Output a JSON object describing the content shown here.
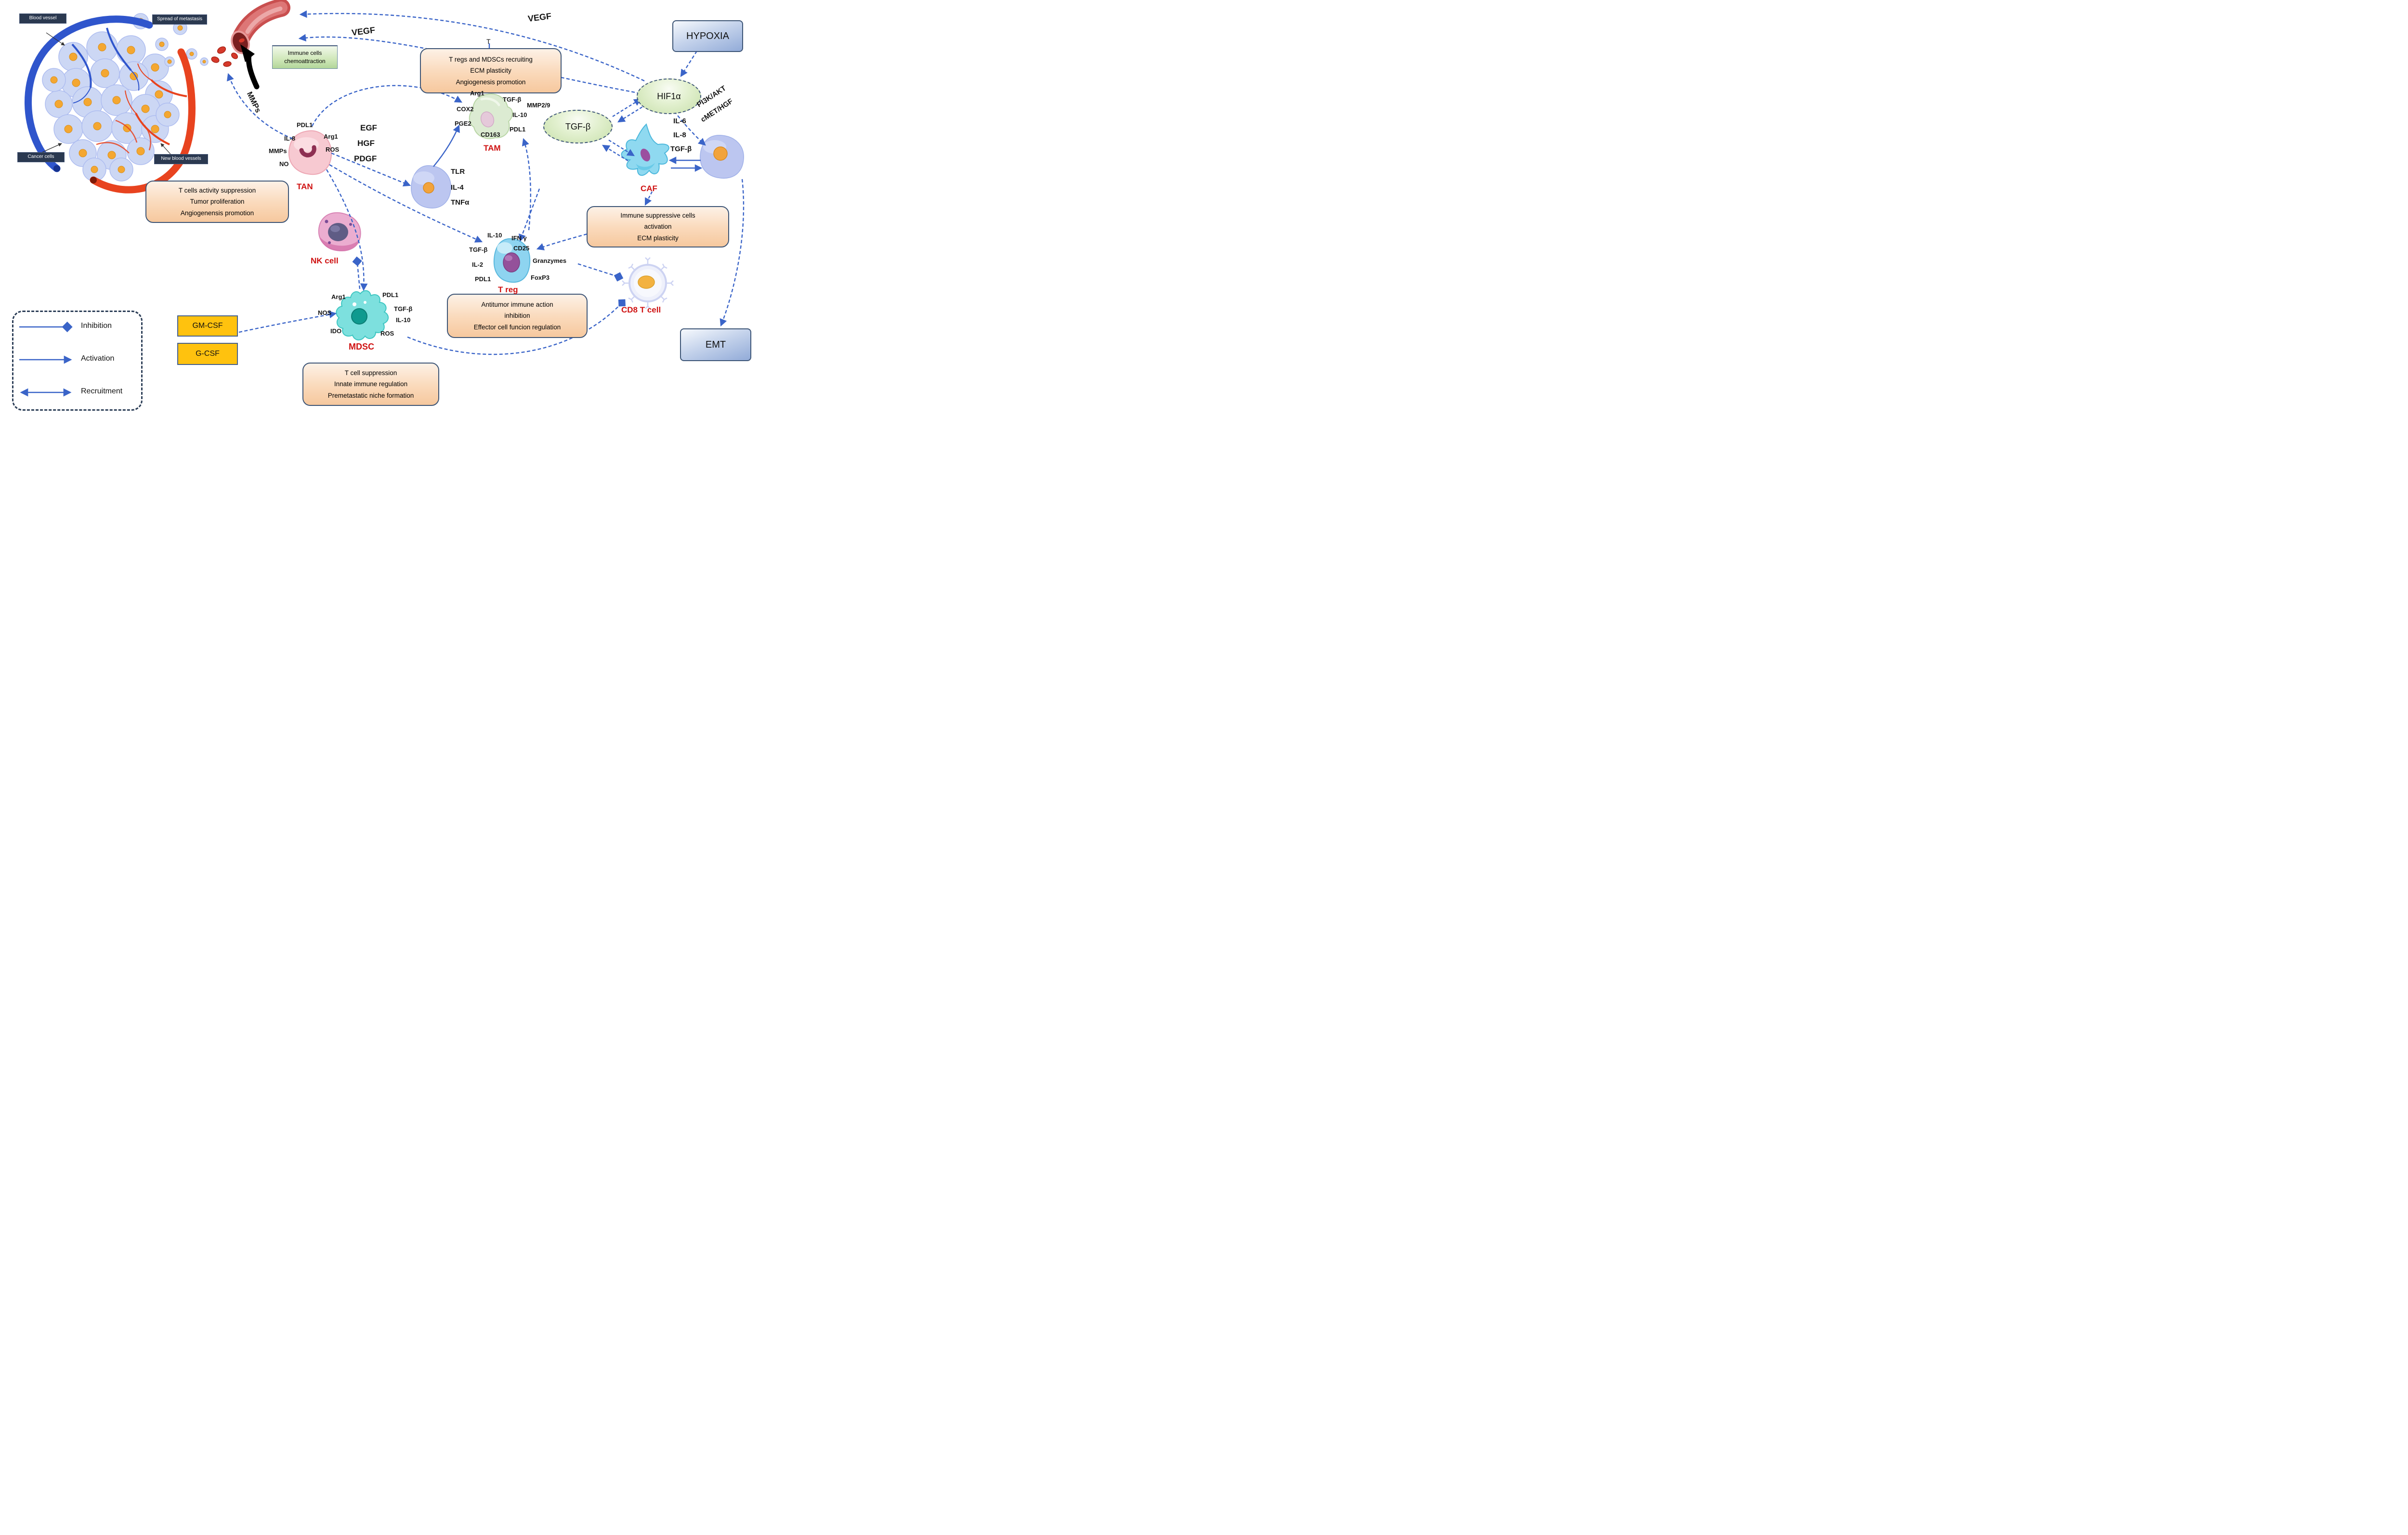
{
  "illustration": {
    "labels": {
      "blood_vessel": "Blood vessel",
      "spread_of_metastasis": "Spread of metastasis",
      "cancer_cells": "Cancer cells",
      "new_blood_vessels": "New blood vessels"
    }
  },
  "nodes": {
    "hypoxia": "HYPOXIA",
    "hif1a": "HIF1α",
    "tgfb": "TGF-β",
    "emt": "EMT",
    "gm_csf": "GM-CSF",
    "g_csf": "G-CSF",
    "immune_chemoattraction": {
      "lines": [
        "Immune cells",
        "chemoattraction"
      ]
    }
  },
  "boxes": {
    "tregs_recruiting": {
      "lines": [
        "T regs and MDSCs recruiting",
        "ECM plasticity",
        "Angiogenesis promotion"
      ]
    },
    "t_cells_activity": {
      "lines": [
        "T cells activity suppression",
        "Tumor proliferation",
        "Angiogenensis promotion"
      ]
    },
    "immune_suppressive": {
      "lines": [
        "Immune suppressive cells",
        "activation",
        "ECM plasticity"
      ]
    },
    "antitumor": {
      "lines": [
        "Antitumor immune action",
        "inhibition",
        "Effector cell funcion regulation"
      ]
    },
    "t_cell_suppression": {
      "lines": [
        "T cell suppression",
        "Innate immune regulation",
        "Premetastatic niche formation"
      ]
    }
  },
  "signals": {
    "vegf_top": "VEGF",
    "vegf_mid": "VEGF",
    "mmps_curve": "MMPs",
    "t_letter": "T",
    "egf": "EGF",
    "hgf": "HGF",
    "pdgf": "PDGF",
    "pi3k_akt": "PI3K/AKT",
    "cmet_hgf": "cMET/HGF",
    "il6": "IL-6",
    "il8": "IL-8",
    "tgfb": "TGF-β"
  },
  "cells": {
    "tan": {
      "name": "TAN",
      "molecules": {
        "pdl1": "PDL1",
        "arg1": "Arg1",
        "il8": "IL-8",
        "mmps": "MMPs",
        "ros": "ROS",
        "no": "NO"
      }
    },
    "tam": {
      "name": "TAM",
      "molecules": {
        "arg1": "Arg1",
        "cox2": "COX2",
        "pge2": "PGE2",
        "cd163": "CD163",
        "tgfb": "TGF-β",
        "mmp29": "MMP2/9",
        "il10": "IL-10",
        "pdl1": "PDL1"
      }
    },
    "tumor_cell": {
      "molecules": {
        "tlr": "TLR",
        "il4": "IL-4",
        "tnfa": "TNFα"
      }
    },
    "nk": {
      "name": "NK cell"
    },
    "mdsc": {
      "name": "MDSC",
      "molecules": {
        "arg1": "Arg1",
        "nos": "NOS",
        "ido": "IDO",
        "pdl1": "PDL1",
        "tgfb": "TGF-β",
        "il10": "IL-10",
        "ros": "ROS"
      }
    },
    "treg": {
      "name": "T reg",
      "molecules": {
        "il10": "IL-10",
        "ifng": "IFN γ",
        "tgfb": "TGF-β",
        "cd25": "CD25",
        "il2": "IL-2",
        "granzymes": "Granzymes",
        "pdl1": "PDL1",
        "foxp3": "FoxP3"
      }
    },
    "cd8": {
      "name": "CD8 T cell"
    },
    "caf": {
      "name": "CAF"
    }
  },
  "legend": {
    "inhibition": "Inhibition",
    "activation": "Activation",
    "recruitment": "Recruitment"
  },
  "colors": {
    "arrow_blue": "#3a64c8",
    "cell_label_red": "#cf1212",
    "orange_box_fill": "#f8cfa9",
    "yellow_box_fill": "#ffc20e",
    "green_node_fill": "#d9eac6",
    "blue_node_fill": "#b9c9e8",
    "navy_label_fill": "#2b3950"
  }
}
